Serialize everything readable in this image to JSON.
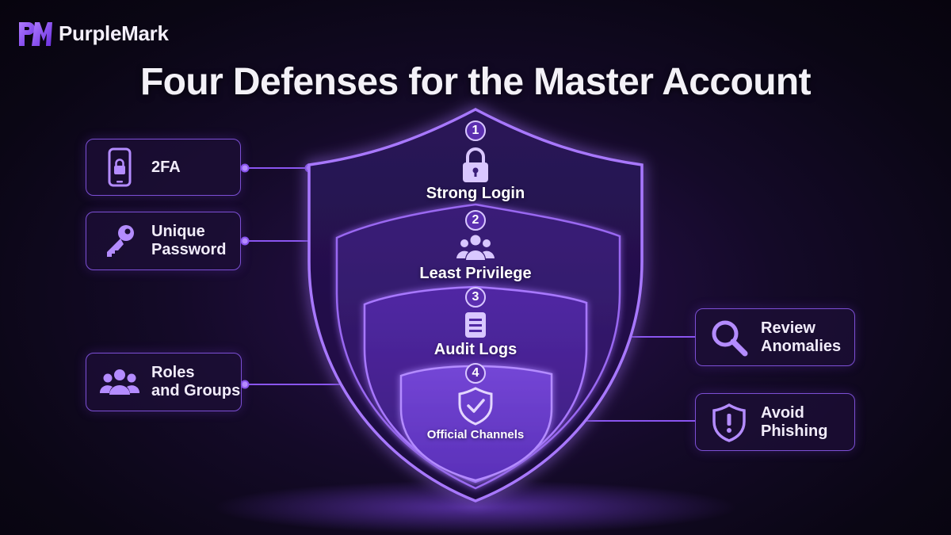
{
  "brand": {
    "name": "PurpleMark"
  },
  "title": "Four Defenses for the Master Account",
  "layers": [
    {
      "number": "1",
      "label": "Strong Login",
      "icon": "padlock-icon"
    },
    {
      "number": "2",
      "label": "Least Privilege",
      "icon": "people-group-icon"
    },
    {
      "number": "3",
      "label": "Audit Logs",
      "icon": "document-lines-icon"
    },
    {
      "number": "4",
      "label": "Official Channels",
      "icon": "shield-check-icon"
    }
  ],
  "cards": {
    "twofa": {
      "lines": [
        "2FA"
      ],
      "icon": "phone-lock-icon"
    },
    "unique_password": {
      "lines": [
        "Unique",
        "Password"
      ],
      "icon": "key-icon"
    },
    "roles_groups": {
      "lines": [
        "Roles",
        "and Groups"
      ],
      "icon": "people-group-icon"
    },
    "review_anomalies": {
      "lines": [
        "Review",
        "Anomalies"
      ],
      "icon": "magnifier-icon"
    },
    "avoid_phishing": {
      "lines": [
        "Avoid",
        "Phishing"
      ],
      "icon": "shield-alert-icon"
    }
  },
  "colors": {
    "background": "#0a0614",
    "accent": "#8a55f0",
    "shield_outer": "#2a1458",
    "shield_inner": "#6a3cc8",
    "card_border": "#7c4fd4",
    "text": "#ffffff"
  }
}
